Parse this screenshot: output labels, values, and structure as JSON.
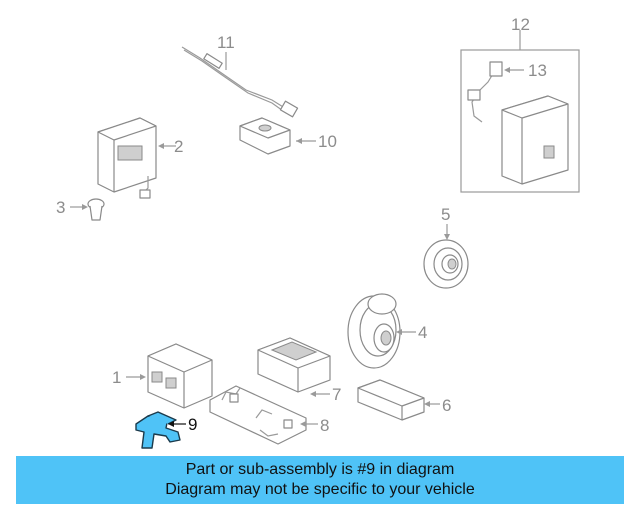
{
  "diagram": {
    "callouts": [
      {
        "id": "1",
        "label": "1"
      },
      {
        "id": "2",
        "label": "2"
      },
      {
        "id": "3",
        "label": "3"
      },
      {
        "id": "4",
        "label": "4"
      },
      {
        "id": "5",
        "label": "5"
      },
      {
        "id": "6",
        "label": "6"
      },
      {
        "id": "7",
        "label": "7"
      },
      {
        "id": "8",
        "label": "8"
      },
      {
        "id": "9",
        "label": "9"
      },
      {
        "id": "10",
        "label": "10"
      },
      {
        "id": "11",
        "label": "11"
      },
      {
        "id": "12",
        "label": "12"
      },
      {
        "id": "13",
        "label": "13"
      }
    ],
    "highlight_color": "#4fc3f7",
    "part_color": "#8a8a8a",
    "banner_color": "#4fc3f7"
  },
  "banner": {
    "line1": "Part or sub-assembly is #9 in diagram",
    "line2": "Diagram may not be specific to your vehicle"
  }
}
